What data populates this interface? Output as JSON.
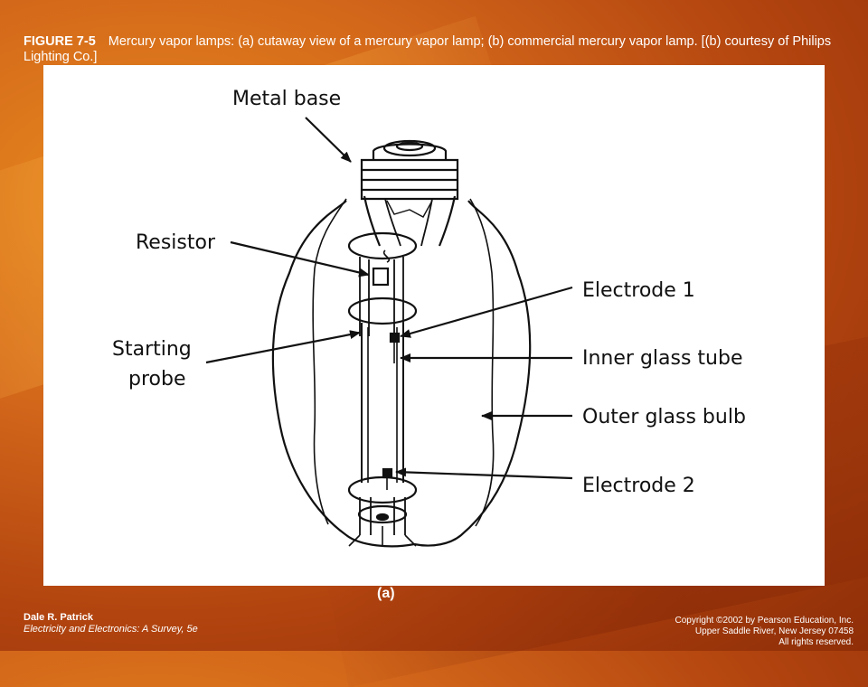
{
  "caption": {
    "figure_number": "FIGURE 7-5",
    "text": "Mercury vapor lamps: (a) cutaway view of a mercury vapor lamp; (b) commercial mercury vapor lamp. [(b) courtesy of Philips Lighting Co.]"
  },
  "diagram": {
    "labels": {
      "metal_base": "Metal base",
      "resistor": "Resistor",
      "electrode_1": "Electrode 1",
      "starting_probe_line1": "Starting",
      "starting_probe_line2": "probe",
      "inner_glass_tube": "Inner glass tube",
      "outer_glass_bulb": "Outer glass bulb",
      "electrode_2": "Electrode 2"
    },
    "sublabel": "(a)"
  },
  "footer": {
    "author": "Dale R. Patrick",
    "book": "Electricity and Electronics: A Survey, 5e",
    "copyright_line1": "Copyright ©2002 by Pearson Education, Inc.",
    "copyright_line2": "Upper Saddle River, New Jersey 07458",
    "copyright_line3": "All rights reserved."
  },
  "colors": {
    "background": "#d2661a",
    "panel": "#ffffff",
    "ink": "#111111"
  }
}
